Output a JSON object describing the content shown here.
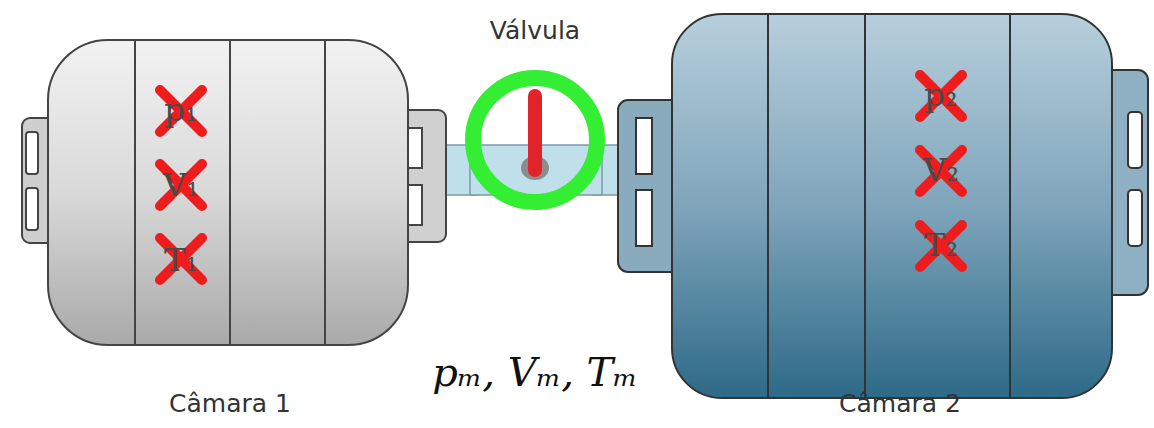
{
  "diagram": {
    "nodes": [
      {
        "text": [
          "p₁",
          "V₁",
          "T₁",
          "Câmara 1"
        ]
      },
      {
        "text": [
          "Válvula"
        ]
      },
      {
        "text": [
          "p₂",
          "V₂",
          "T₂",
          "Câmara 2"
        ]
      }
    ],
    "edges": [
      {
        "from": 0,
        "to": 1,
        "arrow": "none"
      },
      {
        "from": 1,
        "to": 2,
        "arrow": "none"
      }
    ],
    "labels": [
      "pₘ, Vₘ, Tₘ"
    ]
  }
}
